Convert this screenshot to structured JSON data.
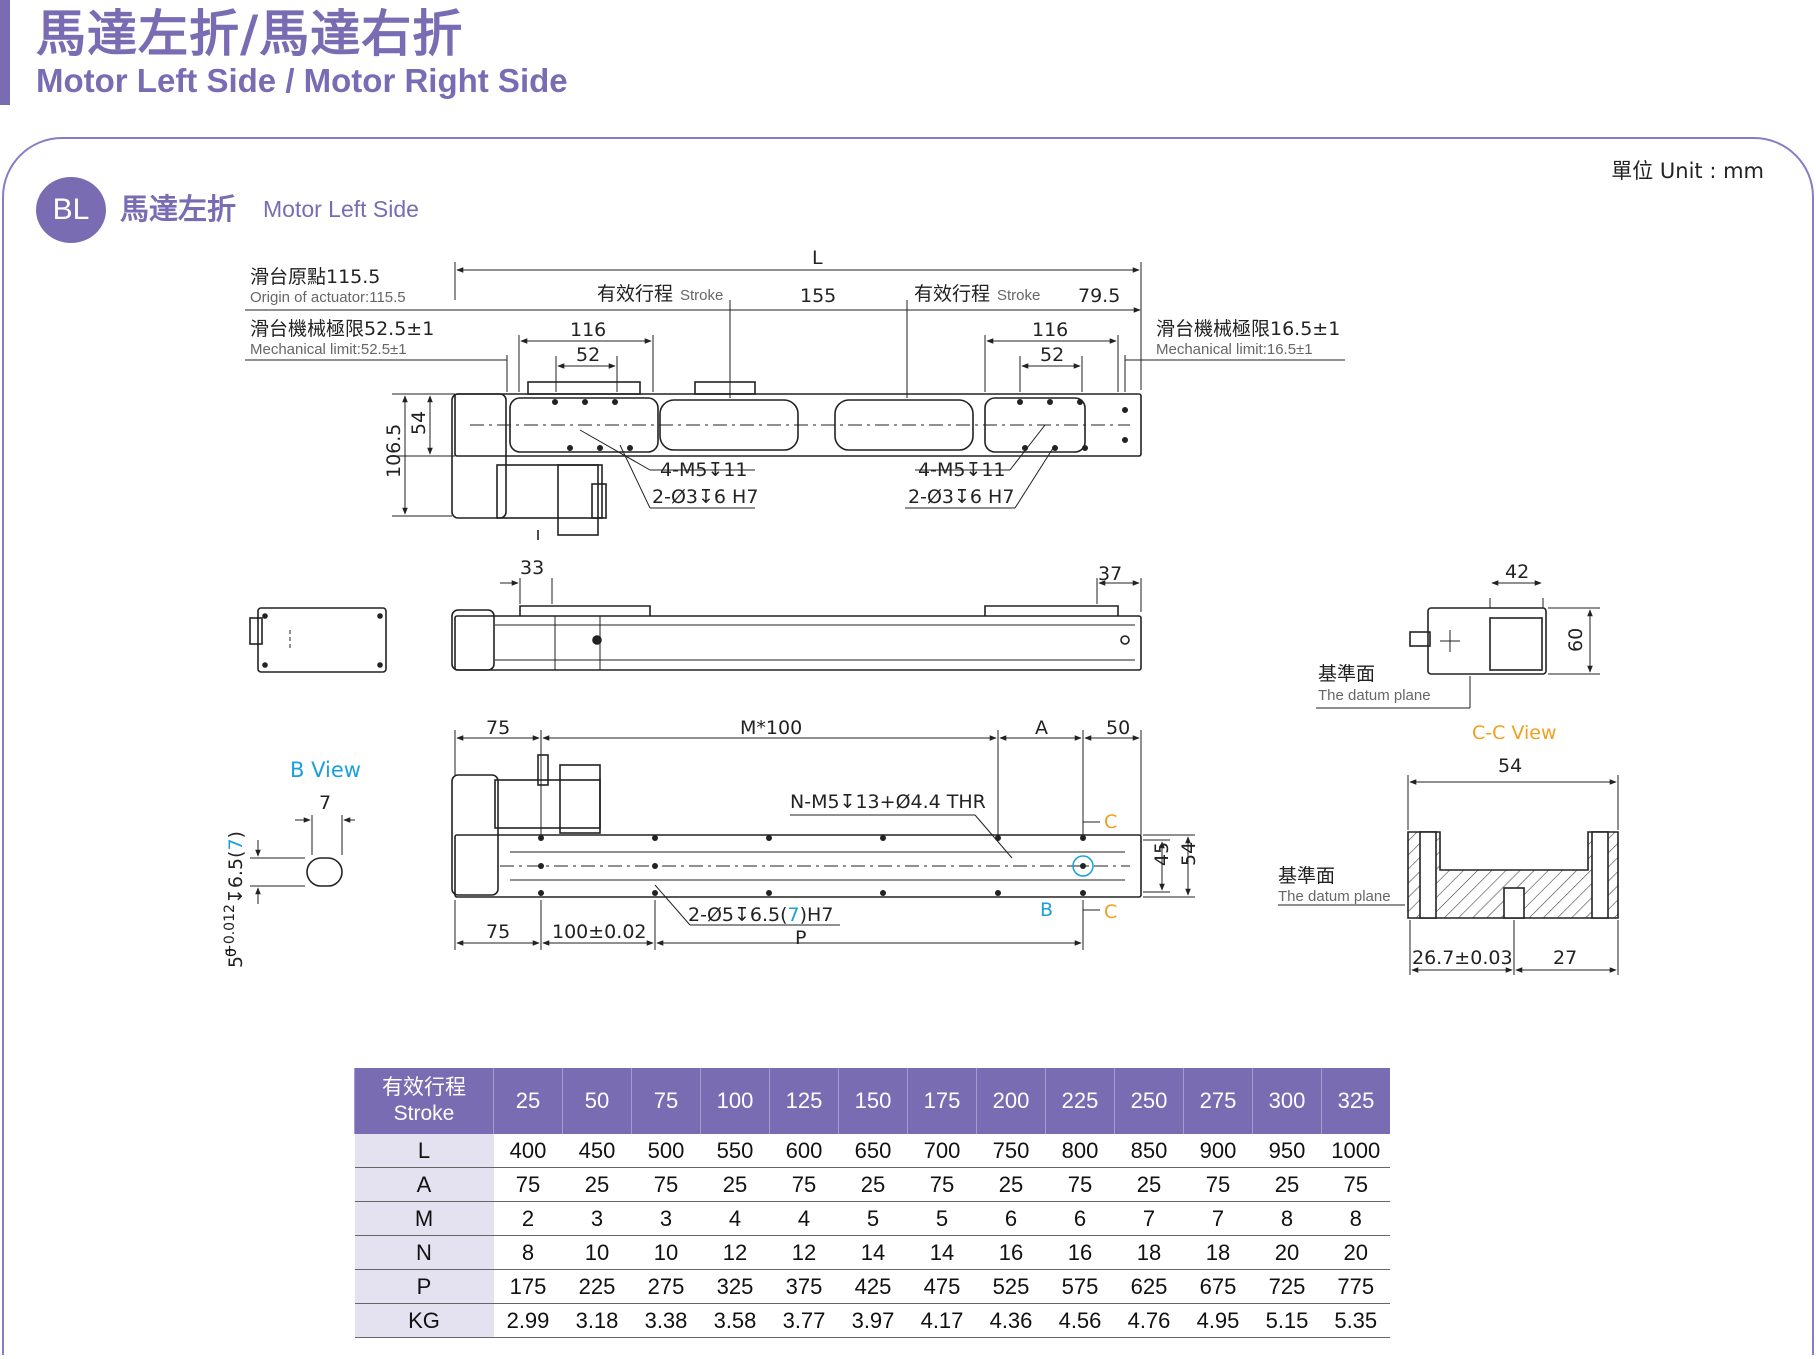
{
  "header": {
    "title_zh": "馬達左折/馬達右折",
    "title_en": "Motor Left Side / Motor Right Side",
    "accent_color": "#7a6cb3"
  },
  "section": {
    "badge": "BL",
    "title_zh": "馬達左折",
    "title_en": "Motor Left Side",
    "unit": "單位 Unit : mm"
  },
  "drawing": {
    "top_view": {
      "L": "L",
      "origin_zh": "滑台原點115.5",
      "origin_en": "Origin of actuator:115.5",
      "mech_left_zh": "滑台機械極限52.5±1",
      "mech_left_en": "Mechanical limit:52.5±1",
      "mech_right_zh": "滑台機械極限16.5±1",
      "mech_right_en": "Mechanical limit:16.5±1",
      "stroke_zh": "有效行程",
      "stroke_en": "Stroke",
      "d155": "155",
      "d79_5": "79.5",
      "d116": "116",
      "d52": "52",
      "d54": "54",
      "d106_5": "106.5",
      "hole_m5": "4-M5↧11",
      "hole_pin": "2-Ø3↧6 H7"
    },
    "side_view": {
      "d33": "33",
      "d37": "37"
    },
    "end_view": {
      "d42": "42",
      "d60": "60",
      "datum_zh": "基準面",
      "datum_en": "The datum plane"
    },
    "bottom_view": {
      "d75": "75",
      "m100": "M*100",
      "A": "A",
      "d50": "50",
      "n_holes": "N-M5↧13+Ø4.4 THR",
      "pin_holes_pre": "2-Ø5↧6.5(",
      "pin_holes_num": "7",
      "pin_holes_post": ")H7",
      "d75b": "75",
      "pitch": "100±0.02",
      "P": "P",
      "C": "C",
      "B": "B",
      "d45": "45",
      "d54": "54"
    },
    "b_view": {
      "title": "B View",
      "d7": "7",
      "depth_pre": "5",
      "depth_tol_up": "+0.012",
      "depth_tol_dn": "0",
      "depth_mid": "↧6.5(",
      "depth_num": "7",
      "depth_post": ")"
    },
    "cc_view": {
      "title": "C-C View",
      "d54": "54",
      "d26_7": "26.7±0.03",
      "d27": "27",
      "datum_zh": "基準面",
      "datum_en": "The datum plane"
    }
  },
  "table": {
    "header_zh": "有效行程",
    "header_en": "Stroke",
    "strokes": [
      "25",
      "50",
      "75",
      "100",
      "125",
      "150",
      "175",
      "200",
      "225",
      "250",
      "275",
      "300",
      "325"
    ],
    "rows": [
      {
        "label": "L",
        "values": [
          "400",
          "450",
          "500",
          "550",
          "600",
          "650",
          "700",
          "750",
          "800",
          "850",
          "900",
          "950",
          "1000"
        ]
      },
      {
        "label": "A",
        "values": [
          "75",
          "25",
          "75",
          "25",
          "75",
          "25",
          "75",
          "25",
          "75",
          "25",
          "75",
          "25",
          "75"
        ]
      },
      {
        "label": "M",
        "values": [
          "2",
          "3",
          "3",
          "4",
          "4",
          "5",
          "5",
          "6",
          "6",
          "7",
          "7",
          "8",
          "8"
        ]
      },
      {
        "label": "N",
        "values": [
          "8",
          "10",
          "10",
          "12",
          "12",
          "14",
          "14",
          "16",
          "16",
          "18",
          "18",
          "20",
          "20"
        ]
      },
      {
        "label": "P",
        "values": [
          "175",
          "225",
          "275",
          "325",
          "375",
          "425",
          "475",
          "525",
          "575",
          "625",
          "675",
          "725",
          "775"
        ]
      },
      {
        "label": "KG",
        "values": [
          "2.99",
          "3.18",
          "3.38",
          "3.58",
          "3.77",
          "3.97",
          "4.17",
          "4.36",
          "4.56",
          "4.76",
          "4.95",
          "5.15",
          "5.35"
        ]
      }
    ]
  }
}
